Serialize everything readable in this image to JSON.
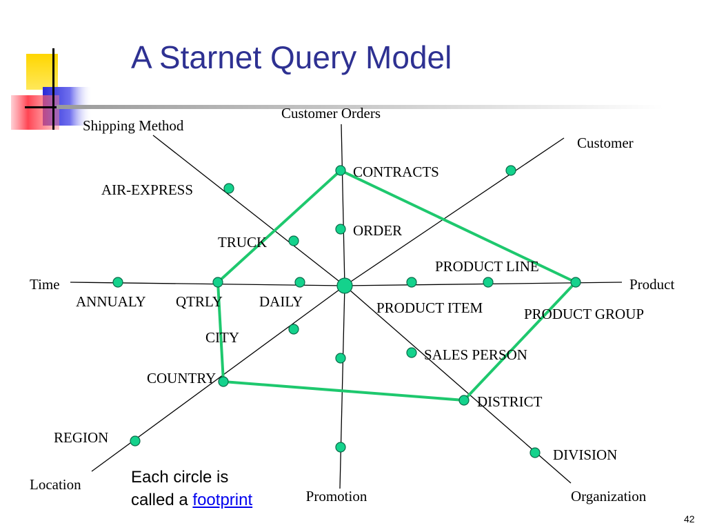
{
  "slide": {
    "title": "A Starnet Query Model",
    "number": "42",
    "caption": {
      "line1": "Each circle is",
      "line2_prefix": "called a",
      "link": "footprint"
    }
  },
  "diagram": {
    "axes": {
      "customer_orders": "Customer Orders",
      "shipping_method": "Shipping Method",
      "customer": "Customer",
      "time": "Time",
      "product": "Product",
      "location": "Location",
      "promotion": "Promotion",
      "organization": "Organization"
    },
    "footprints": {
      "contracts": "CONTRACTS",
      "order": "ORDER",
      "air_express": "AIR-EXPRESS",
      "truck": "TRUCK",
      "annualy": "ANNUALY",
      "qtrly": "QTRLY",
      "daily": "DAILY",
      "product_line": "PRODUCT LINE",
      "product_item": "PRODUCT ITEM",
      "product_group": "PRODUCT GROUP",
      "city": "CITY",
      "country": "COUNTRY",
      "region": "REGION",
      "sales_person": "SALES PERSON",
      "district": "DISTRICT",
      "division": "DIVISION"
    },
    "colors": {
      "footprint_fill": "#14d28c",
      "query_path": "#1ec86e",
      "axis_line": "#000000",
      "title": "#2e3192",
      "link": "#0000ee"
    }
  }
}
